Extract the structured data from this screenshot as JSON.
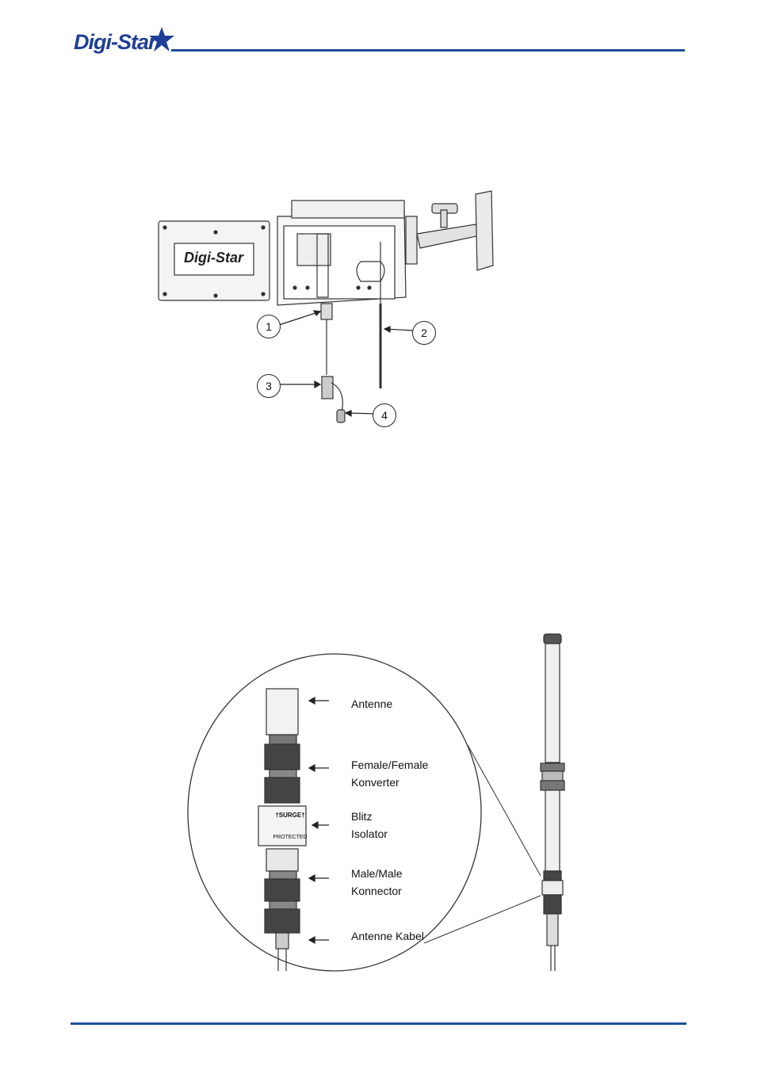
{
  "header": {
    "logo_text": "Digi-Star",
    "brand_color": "#1f3f97",
    "rule_color": "#1f4e9d"
  },
  "figure_top": {
    "enclosure_badge": "Digi-Star",
    "callouts": [
      "1",
      "2",
      "3",
      "4"
    ]
  },
  "figure_bottom": {
    "labels": [
      "Antenne",
      "Female/Female\nKonverter",
      "Blitz\nIsolator",
      "Male/Male\nKonnector",
      "Antenne Kabel"
    ],
    "isolator_text_top": "†SURGE†",
    "isolator_text_bottom": "PROTECTED"
  }
}
